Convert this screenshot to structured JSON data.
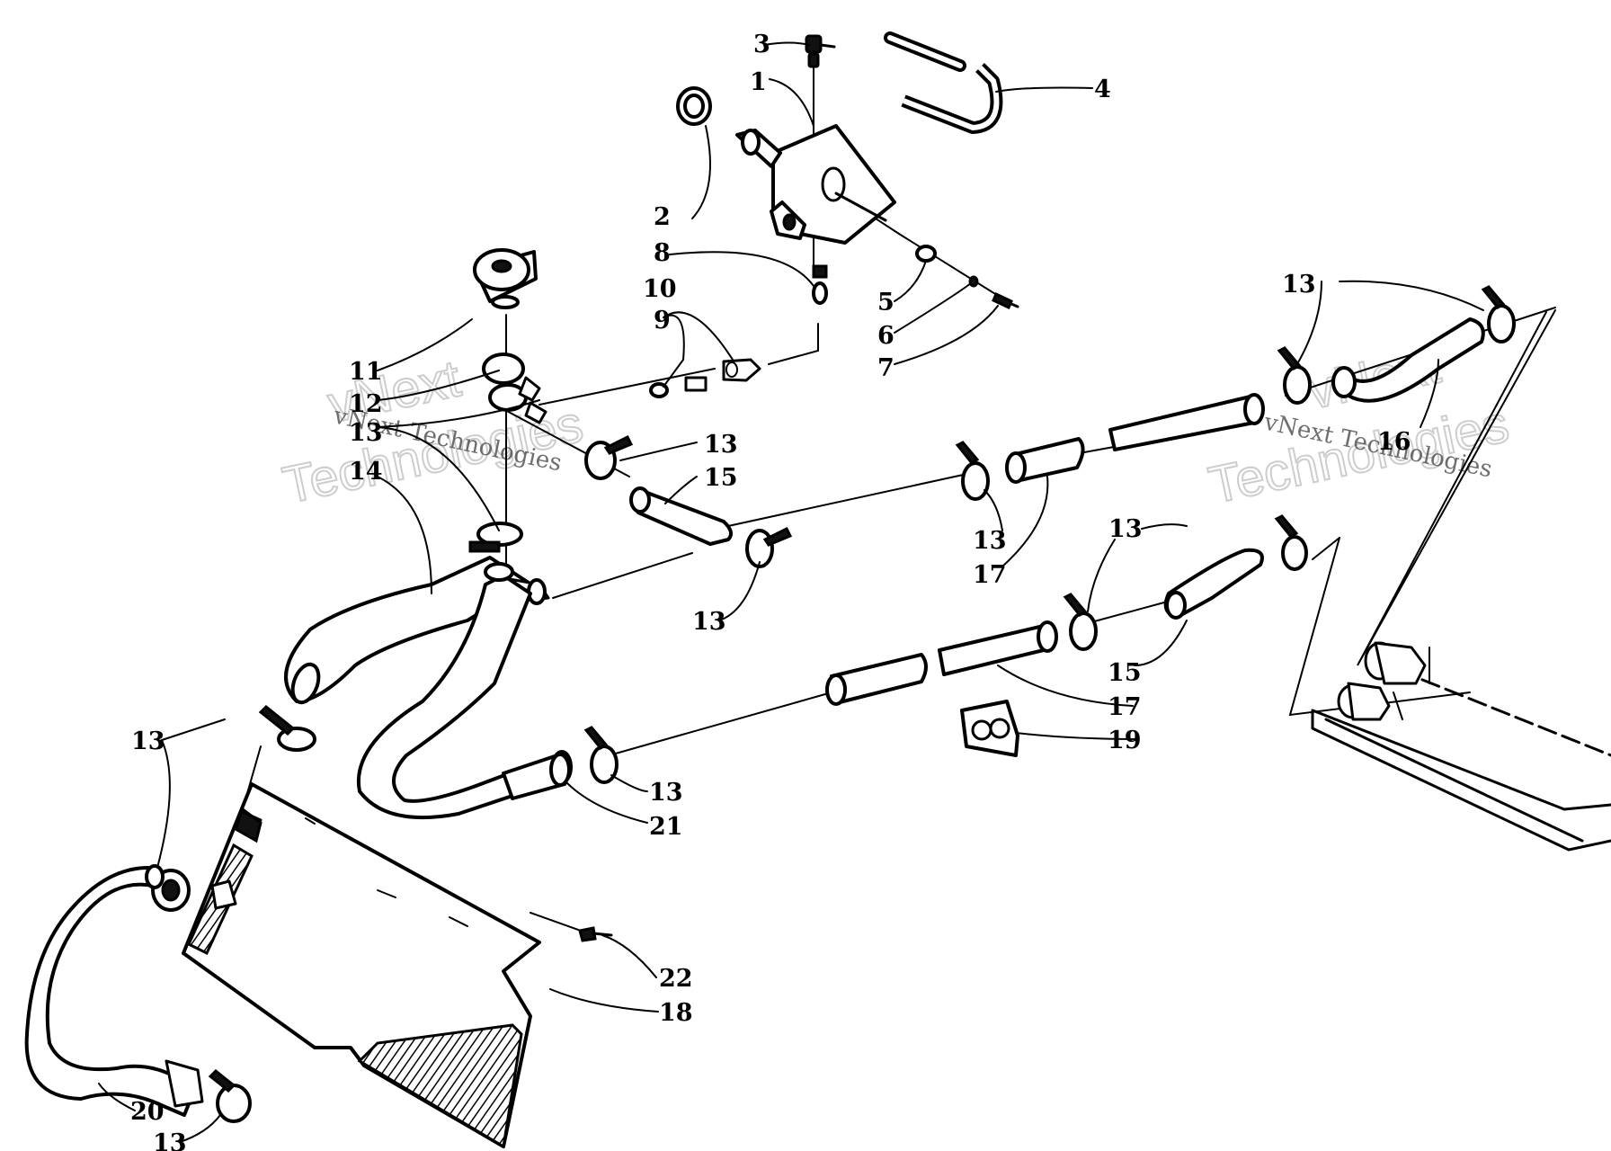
{
  "diagram": {
    "type": "exploded-parts-diagram",
    "callouts": [
      "1",
      "2",
      "3",
      "4",
      "5",
      "6",
      "7",
      "8",
      "9",
      "10",
      "11",
      "12",
      "13",
      "14",
      "15",
      "16",
      "17",
      "18",
      "19",
      "20",
      "21",
      "22"
    ]
  },
  "watermark": {
    "line1": "vNext",
    "line2": "Technologies",
    "text": "vNext Technologies"
  }
}
